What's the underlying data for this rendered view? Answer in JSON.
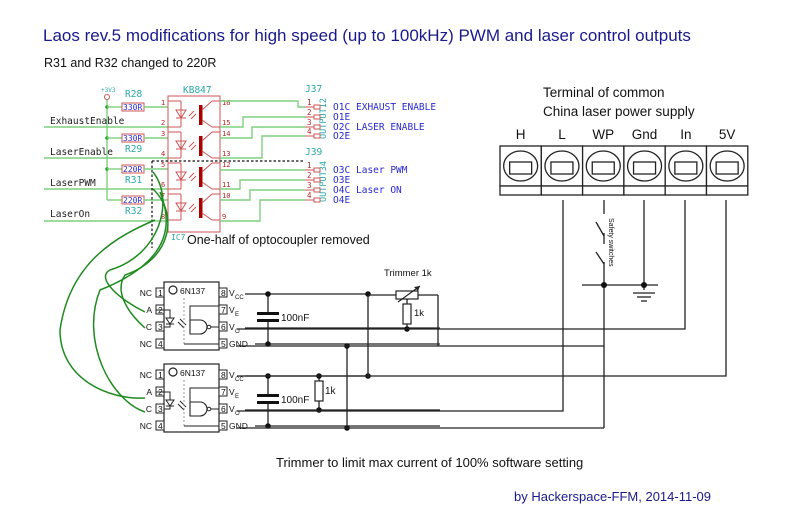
{
  "title": "Laos rev.5 modifications for high speed (up to 100kHz) PWM and laser control outputs",
  "subtitle": "R31 and R32 changed to 220R",
  "power_rail_label": "+3V3",
  "signals": [
    "ExhaustEnable",
    "LaserEnable",
    "LaserPWM",
    "LaserOn"
  ],
  "resistors": [
    {
      "ref": "R28",
      "value": "330R"
    },
    {
      "ref": "R29",
      "value": "330R"
    },
    {
      "ref": "R31",
      "value": "220R"
    },
    {
      "ref": "R32",
      "value": "220R"
    }
  ],
  "optocoupler": {
    "part": "KB847",
    "ref": "IC7",
    "left_pins": [
      "1",
      "2",
      "3",
      "4",
      "5",
      "6",
      "7",
      "8"
    ],
    "right_pins": [
      "16",
      "15",
      "14",
      "13",
      "12",
      "11",
      "10",
      "9"
    ],
    "removed_note": "One-half of optocoupler removed"
  },
  "connectors": [
    {
      "ref": "J37",
      "name": "OUTPUT12",
      "pins": [
        {
          "num": "1",
          "label": "O1C",
          "desc": "EXHAUST ENABLE"
        },
        {
          "num": "2",
          "label": "O1E",
          "desc": ""
        },
        {
          "num": "3",
          "label": "O2C",
          "desc": "LASER ENABLE"
        },
        {
          "num": "4",
          "label": "O2E",
          "desc": ""
        }
      ]
    },
    {
      "ref": "J39",
      "name": "OUTPUT34",
      "pins": [
        {
          "num": "1",
          "label": "O3C",
          "desc": "Laser PWM"
        },
        {
          "num": "2",
          "label": "O3E",
          "desc": ""
        },
        {
          "num": "3",
          "label": "O4C",
          "desc": "Laser ON"
        },
        {
          "num": "4",
          "label": "O4E",
          "desc": ""
        }
      ]
    }
  ],
  "terminal": {
    "title_line1": "Terminal of common",
    "title_line2": "China laser power supply",
    "pins": [
      "H",
      "L",
      "WP",
      "Gnd",
      "In",
      "5V"
    ]
  },
  "safety_switch_label": "Safety switches",
  "chips": [
    {
      "part": "6N137",
      "left_pins": [
        {
          "num": "1",
          "name": "NC"
        },
        {
          "num": "2",
          "name": "A"
        },
        {
          "num": "3",
          "name": "C"
        },
        {
          "num": "4",
          "name": "NC"
        }
      ],
      "right_pins": [
        {
          "num": "8",
          "name": "V",
          "sub": "CC"
        },
        {
          "num": "7",
          "name": "V",
          "sub": "E"
        },
        {
          "num": "6",
          "name": "V",
          "sub": "O"
        },
        {
          "num": "5",
          "name": "GND",
          "sub": ""
        }
      ],
      "capacitor": "100nF",
      "pullup": "1k",
      "trimmer": "Trimmer 1k"
    },
    {
      "part": "6N137",
      "left_pins": [
        {
          "num": "1",
          "name": "NC"
        },
        {
          "num": "2",
          "name": "A"
        },
        {
          "num": "3",
          "name": "C"
        },
        {
          "num": "4",
          "name": "NC"
        }
      ],
      "right_pins": [
        {
          "num": "8",
          "name": "V",
          "sub": "CC"
        },
        {
          "num": "7",
          "name": "V",
          "sub": "E"
        },
        {
          "num": "6",
          "name": "V",
          "sub": "O"
        },
        {
          "num": "5",
          "name": "GND",
          "sub": ""
        }
      ],
      "capacitor": "100nF",
      "pullup": "1k"
    }
  ],
  "trimmer_note": "Trimmer to limit max current of 100% software setting",
  "credit": "by Hackerspace-FFM, 2014-11-09"
}
